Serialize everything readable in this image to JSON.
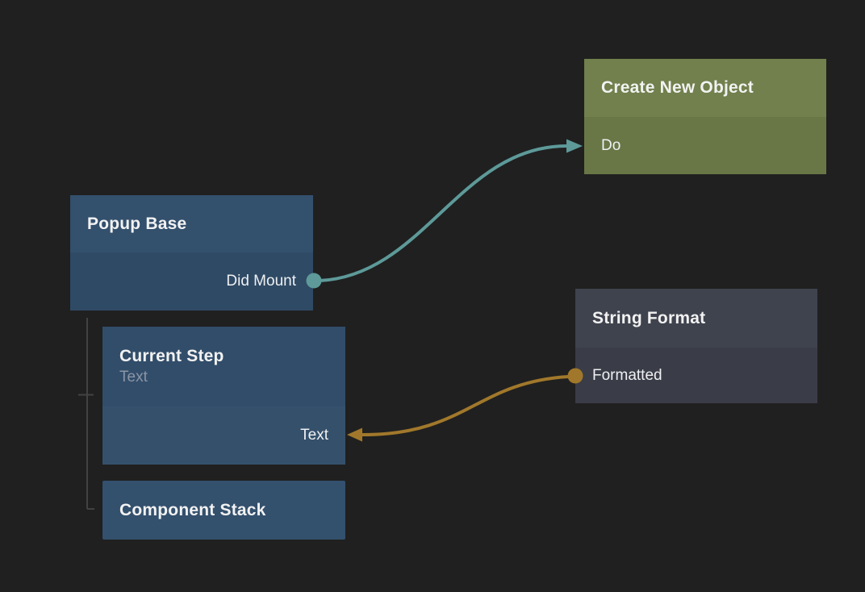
{
  "graph": {
    "background_color": "#202020",
    "nodes": {
      "create_new_object": {
        "title": "Create New Object",
        "ports": [
          {
            "label": "Do",
            "direction": "input",
            "kind": "signal"
          }
        ]
      },
      "popup_base": {
        "title": "Popup Base",
        "ports": [
          {
            "label": "Did Mount",
            "direction": "output",
            "kind": "signal"
          }
        ]
      },
      "string_format": {
        "title": "String Format",
        "ports": [
          {
            "label": "Formatted",
            "direction": "output",
            "kind": "data"
          }
        ]
      },
      "current_step": {
        "title": "Current Step",
        "subtitle": "Text",
        "ports": [
          {
            "label": "Text",
            "direction": "input",
            "kind": "data"
          }
        ]
      },
      "component_stack": {
        "title": "Component Stack",
        "ports": []
      }
    },
    "connections": [
      {
        "from": "Popup Base / Did Mount",
        "to": "Create New Object / Do",
        "kind": "signal",
        "color": "#5d9a99"
      },
      {
        "from": "String Format / Formatted",
        "to": "Current Step / Text",
        "kind": "data",
        "color": "#a1782b"
      }
    ],
    "hierarchy": {
      "parent": "Popup Base",
      "children": [
        "Current Step",
        "Component Stack"
      ],
      "line_color": "#424242"
    },
    "colors": {
      "background": "#202020",
      "node_blue_header": "#33506d",
      "node_blue_body": "#2f4a65",
      "node_green_header": "#71804c",
      "node_green_body": "#697747",
      "node_gray_header": "#3f434e",
      "node_gray_body": "#3a3d47",
      "signal_connection": "#5d9a99",
      "data_connection": "#a1782b",
      "hierarchy_line": "#424242",
      "title_text": "#f2f2f2",
      "subtitle_text": "#8b95a5",
      "port_label_text": "#eef0f2"
    }
  }
}
